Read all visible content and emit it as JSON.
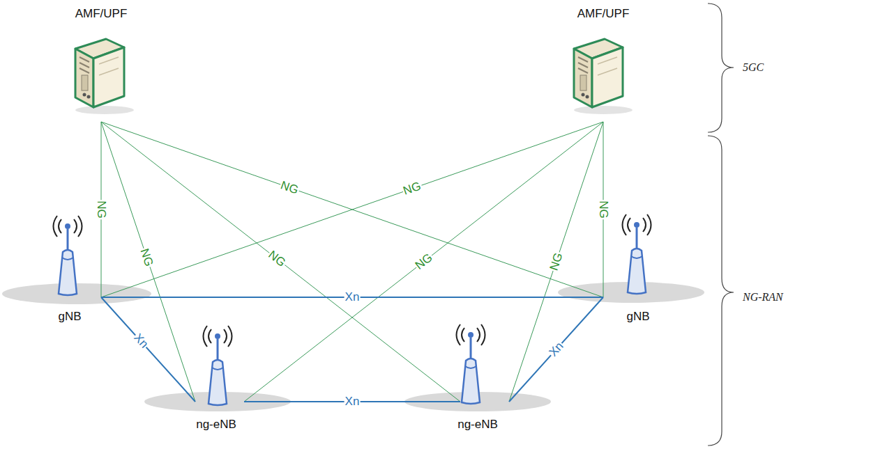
{
  "diagram": {
    "nodes": [
      {
        "text": [
          "AMF/UPF"
        ]
      },
      {
        "text": [
          "AMF/UPF"
        ]
      },
      {
        "text": [
          "gNB"
        ]
      },
      {
        "text": [
          "gNB"
        ]
      },
      {
        "text": [
          "ng-eNB"
        ]
      },
      {
        "text": [
          "ng-eNB"
        ]
      }
    ],
    "edges": [
      {
        "from": 0,
        "to": 2,
        "label": "NG",
        "arrow": "none"
      },
      {
        "from": 0,
        "to": 4,
        "label": "NG",
        "arrow": "none"
      },
      {
        "from": 0,
        "to": 5,
        "label": "NG",
        "arrow": "none"
      },
      {
        "from": 0,
        "to": 3,
        "label": "NG",
        "arrow": "none"
      },
      {
        "from": 1,
        "to": 2,
        "label": "NG",
        "arrow": "none"
      },
      {
        "from": 1,
        "to": 4,
        "label": "NG",
        "arrow": "none"
      },
      {
        "from": 1,
        "to": 5,
        "label": "NG",
        "arrow": "none"
      },
      {
        "from": 1,
        "to": 3,
        "label": "NG",
        "arrow": "none"
      },
      {
        "from": 2,
        "to": 3,
        "label": "Xn",
        "arrow": "none"
      },
      {
        "from": 2,
        "to": 4,
        "label": "Xn",
        "arrow": "none"
      },
      {
        "from": 4,
        "to": 5,
        "label": "Xn",
        "arrow": "none"
      },
      {
        "from": 5,
        "to": 3,
        "label": "Xn",
        "arrow": "none"
      }
    ],
    "labels": [
      "5GC",
      "NG-RAN"
    ]
  }
}
